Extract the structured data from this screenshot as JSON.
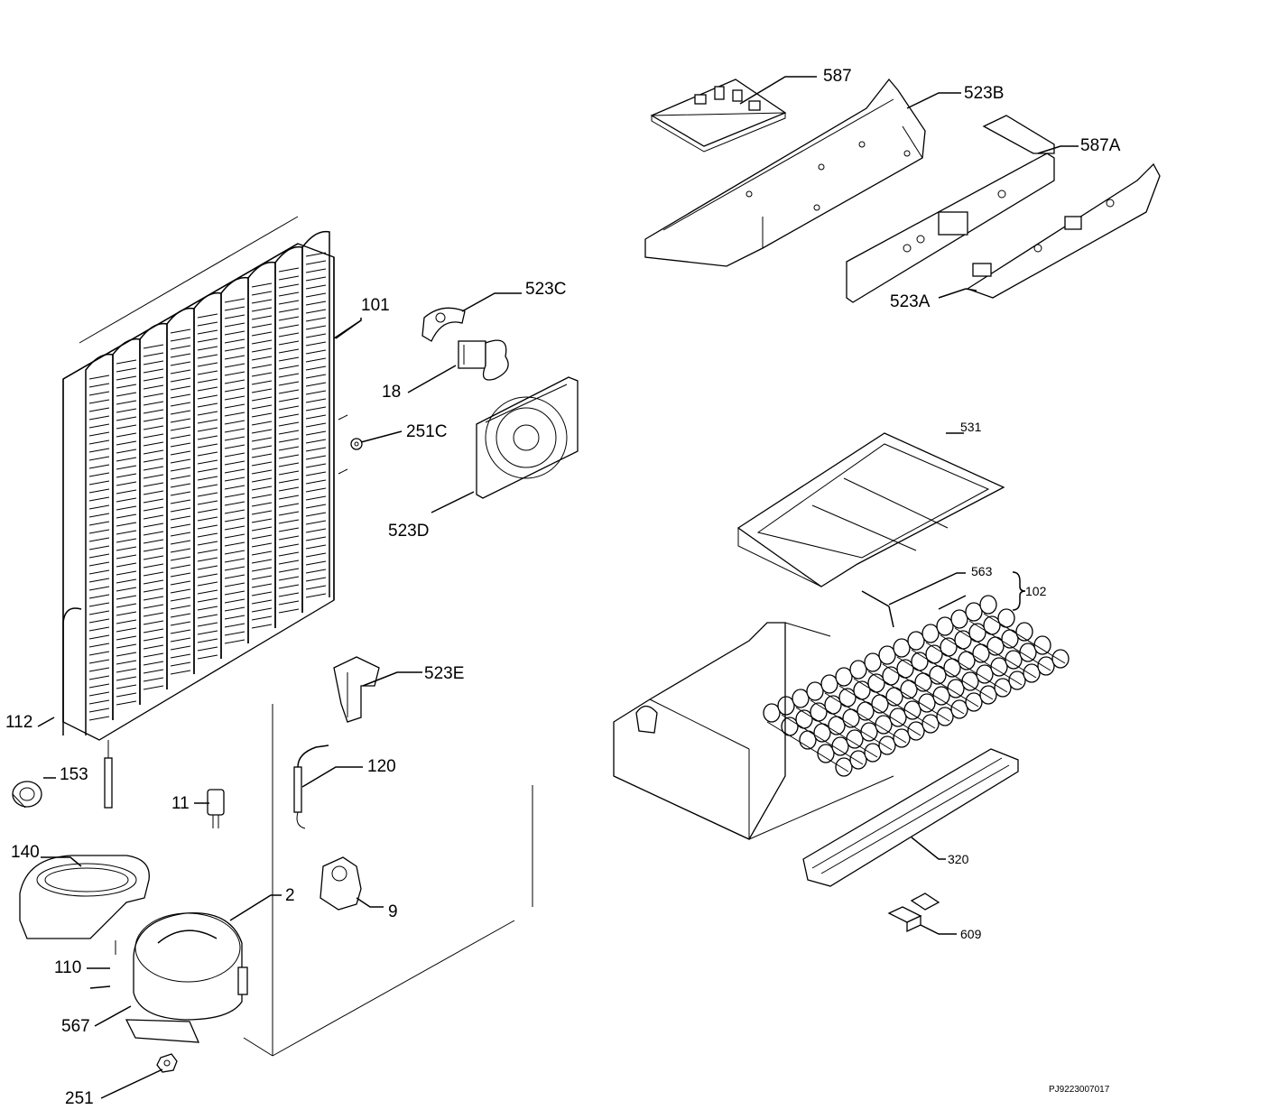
{
  "labels": {
    "l587": "587",
    "l523b": "523B",
    "l587a": "587A",
    "l523a": "523A",
    "l523c": "523C",
    "l101": "101",
    "l18": "18",
    "l251c": "251C",
    "l523d": "523D",
    "l531": "531",
    "l563": "563",
    "l102": "102",
    "l523e": "523E",
    "l112": "112",
    "l153": "153",
    "l120": "120",
    "l11": "11",
    "l140": "140",
    "l2": "2",
    "l9": "9",
    "l110": "110",
    "l567": "567",
    "l251": "251",
    "l320": "320",
    "l609": "609"
  },
  "drawing_code": "PJ9223007017"
}
